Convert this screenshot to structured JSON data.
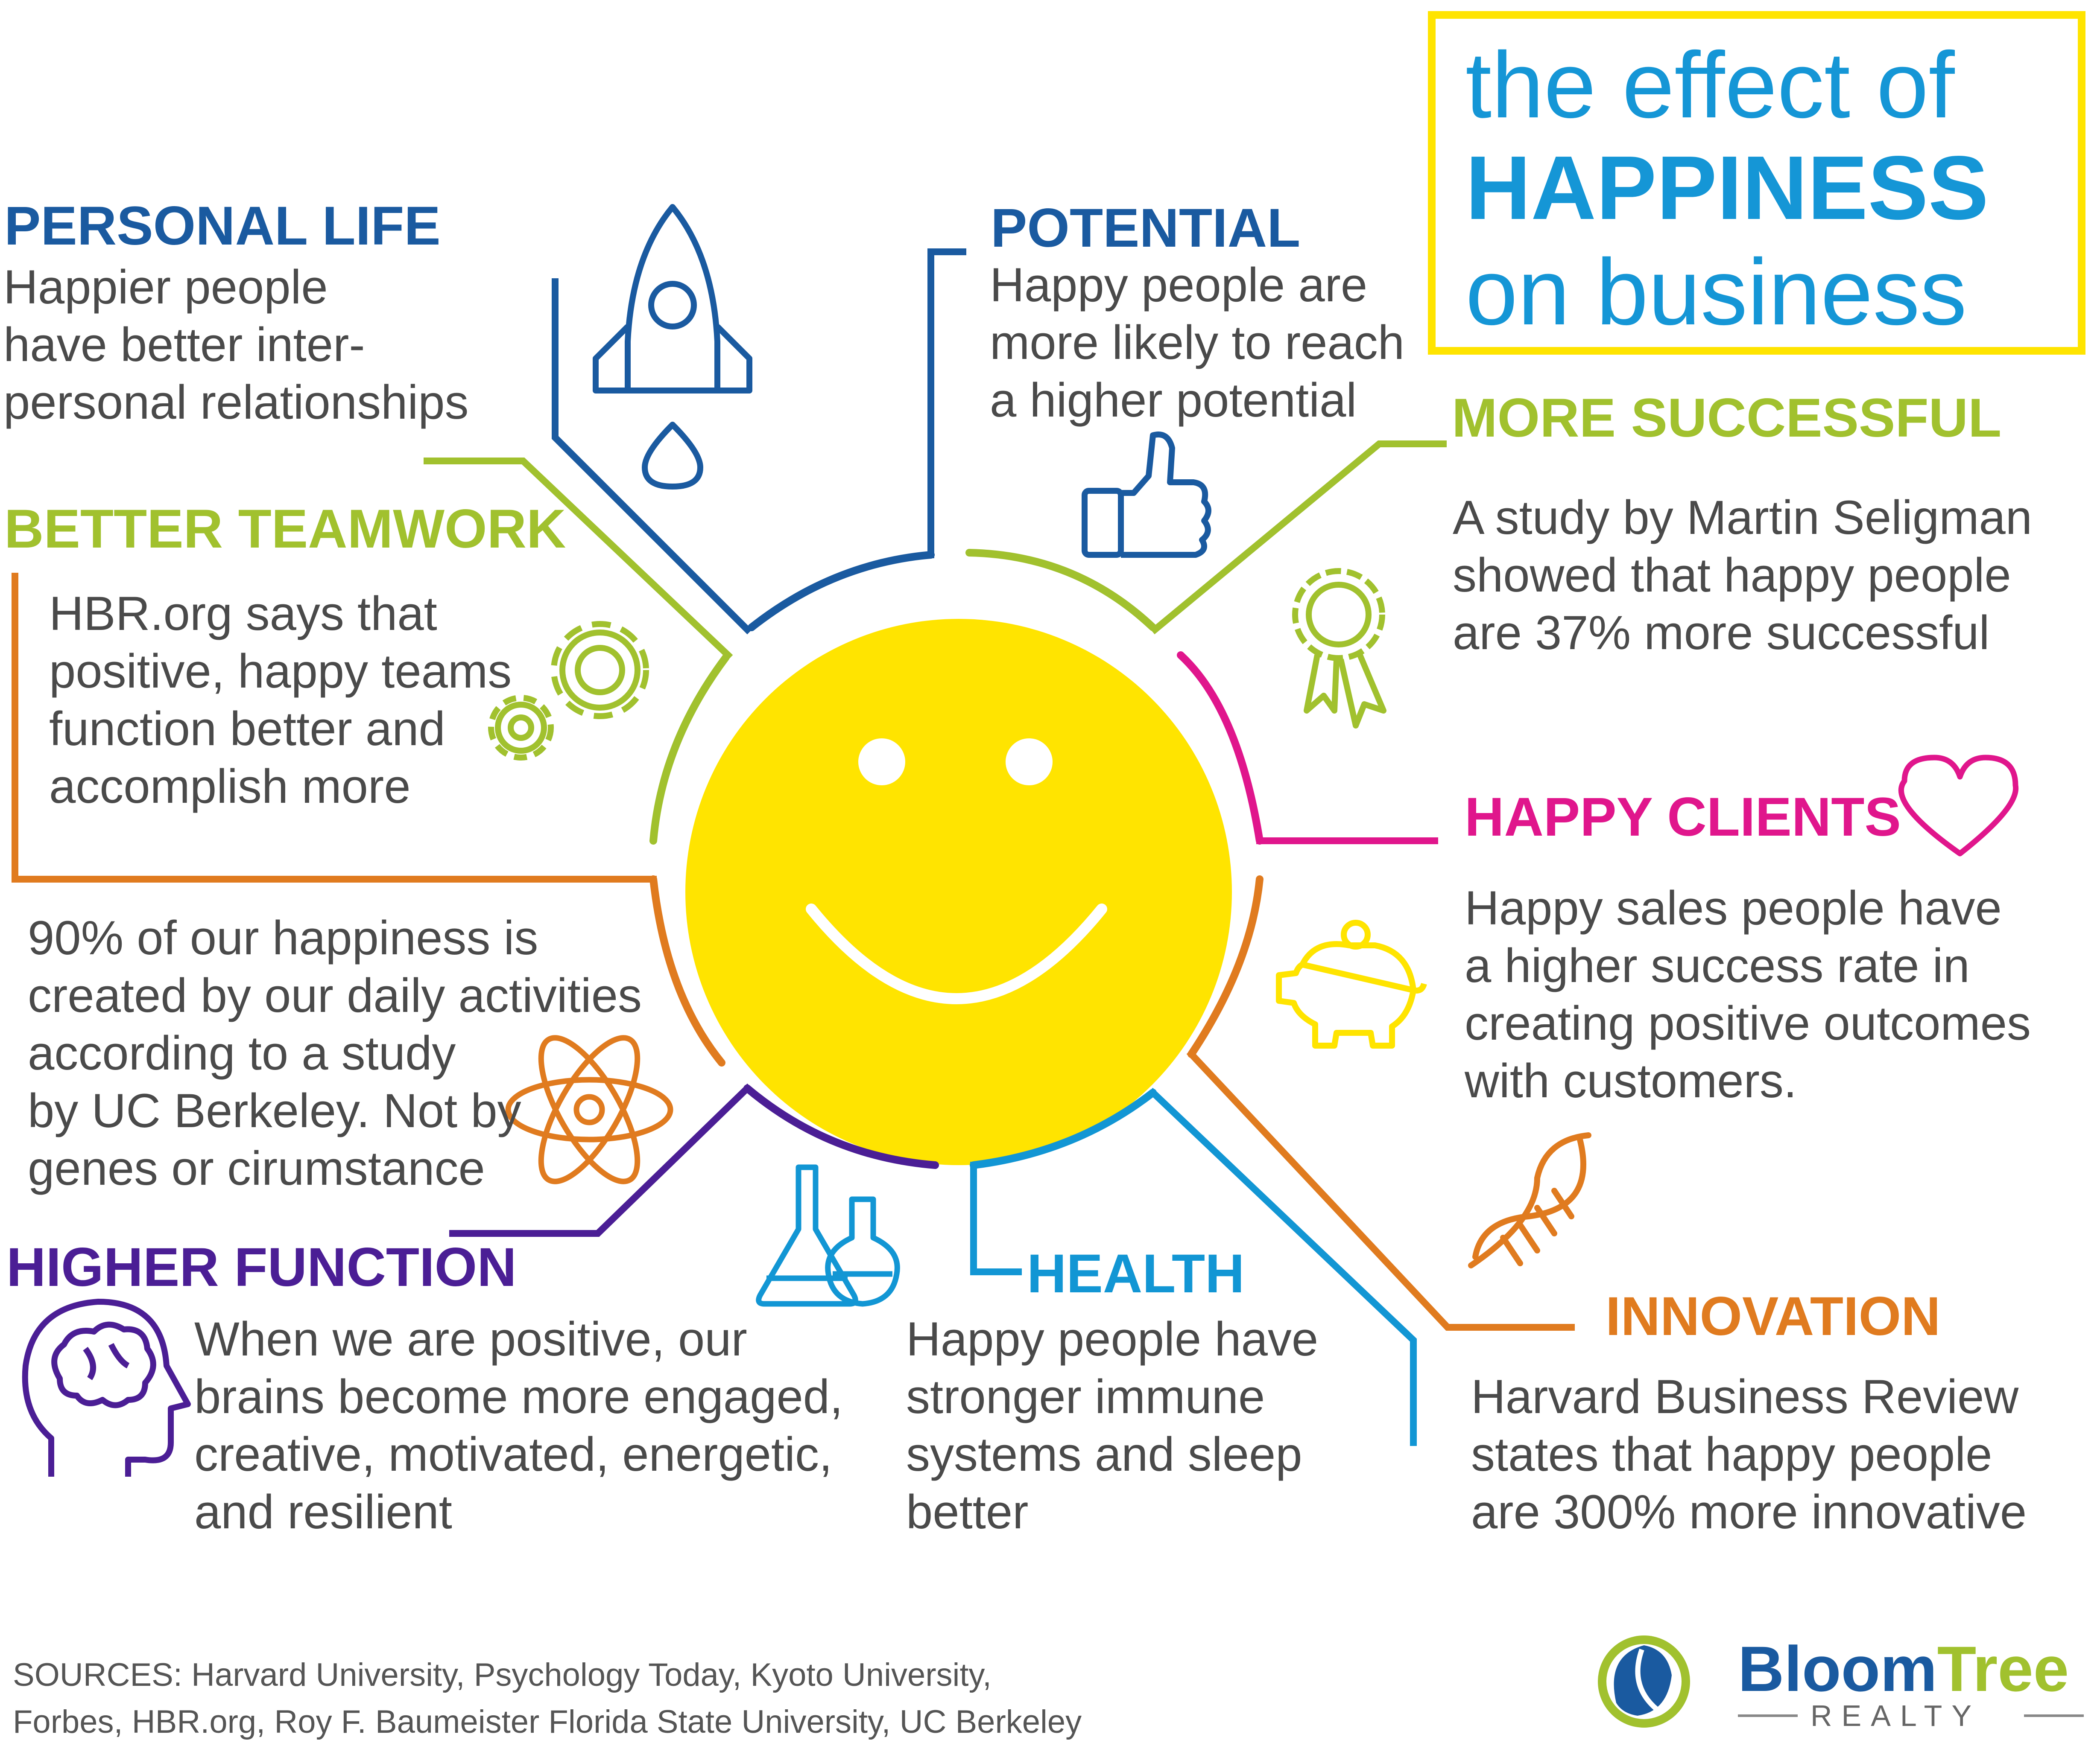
{
  "colors": {
    "blue_dark": "#1a5aa0",
    "blue_light": "#1596d6",
    "green": "#a1c12e",
    "orange": "#e07b1f",
    "magenta": "#e0168c",
    "purple": "#4b1e95",
    "yellow": "#ffe400",
    "sky": "#1296d4",
    "text_gray": "#4a4a4a"
  },
  "title": {
    "line1": "the effect of",
    "line2": "HAPPINESS",
    "line3": "on business"
  },
  "sections": {
    "personal_life": {
      "heading": "PERSONAL LIFE",
      "body": "Happier people\nhave better inter-\npersonal relationships",
      "icon": "rocket-icon"
    },
    "potential": {
      "heading": "POTENTIAL",
      "body": "Happy people are\nmore likely to reach\na higher potential",
      "icon": "thumbs-up-icon"
    },
    "better_teamwork": {
      "heading": "BETTER TEAMWORK",
      "body": "HBR.org says that\npositive, happy teams\nfunction better and\naccomplish more",
      "icon": "gears-icon"
    },
    "more_successful": {
      "heading": "MORE SUCCESSFUL",
      "body": "A study by Martin Seligman\nshowed that happy people\nare 37% more successful",
      "icon": "award-ribbon-icon"
    },
    "happy_clients": {
      "heading": "HAPPY CLIENTS",
      "body": "Happy sales people have\na higher success rate in\ncreating positive outcomes\nwith customers.",
      "icon": "heart-icon",
      "secondary_icon": "piggy-bank-icon"
    },
    "daily_activities": {
      "body": "90% of our happiness is\ncreated by our daily activities\naccording to a study\nby UC Berkeley. Not by\ngenes or cirumstance",
      "icon": "atom-icon"
    },
    "higher_function": {
      "heading": "HIGHER FUNCTION",
      "body": "When we are positive, our\nbrains become more engaged,\ncreative, motivated, energetic,\nand resilient",
      "icon": "brain-head-icon"
    },
    "health": {
      "heading": "HEALTH",
      "body": "Happy people have\nstronger immune\nsystems and sleep\nbetter",
      "icon": "flasks-icon"
    },
    "innovation": {
      "heading": "INNOVATION",
      "body": "Harvard Business Review\nstates that happy people\nare 300% more innovative",
      "icon": "dna-icon"
    }
  },
  "sources": "SOURCES: Harvard University, Psychology Today, Kyoto University,\nForbes, HBR.org, Roy F. Baumeister Florida State University, UC Berkeley",
  "logo": {
    "name_part1": "Bloom",
    "name_part2": "Tree",
    "tagline": "REALTY",
    "icon": "leaf-logo-icon"
  }
}
